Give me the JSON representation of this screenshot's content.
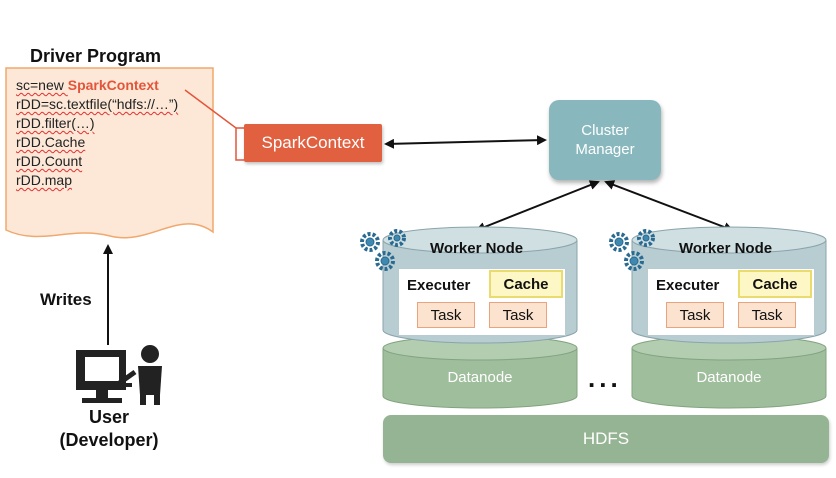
{
  "driver": {
    "title": "Driver Program",
    "code": {
      "l1_prefix": "sc=new ",
      "l1_highlight": "SparkContext",
      "l2": "rDD=sc.textfile(“hdfs://…”)",
      "l3": "rDD.filter(…)",
      "l4": "rDD.Cache",
      "l5": "rDD.Count",
      "l6": "rDD.map"
    }
  },
  "spark_context": "SparkContext",
  "cluster_manager": {
    "line1": "Cluster",
    "line2": "Manager"
  },
  "writes_label": "Writes",
  "user": {
    "line1": "User",
    "line2": "(Developer)"
  },
  "workers": [
    {
      "title": "Worker Node",
      "executor": "Executer",
      "cache": "Cache",
      "tasks": [
        "Task",
        "Task"
      ],
      "datanode": "Datanode"
    },
    {
      "title": "Worker Node",
      "executor": "Executer",
      "cache": "Cache",
      "tasks": [
        "Task",
        "Task"
      ],
      "datanode": "Datanode"
    }
  ],
  "ellipsis": "...",
  "hdfs": "HDFS",
  "colors": {
    "spark_context": "#e0603f",
    "cluster_manager": "#88b8bd",
    "worker_cylinder": "#b8cdd2",
    "datanode_cylinder": "#9fbe9c",
    "hdfs": "#95b493",
    "doc_fill": "#fde8d8",
    "doc_stroke": "#f0a86e",
    "cache": "#fdf7c5",
    "task": "#fbe3cf"
  },
  "icons": [
    "gears-icon",
    "user-computer-icon",
    "document-icon"
  ]
}
